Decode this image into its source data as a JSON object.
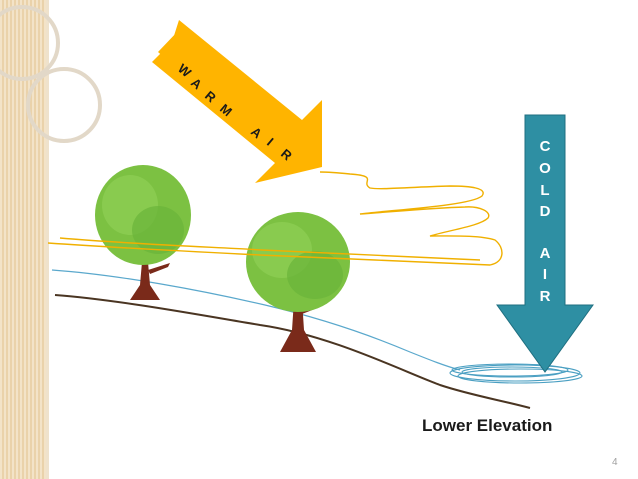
{
  "warm_arrow": {
    "letters": [
      "W",
      "A",
      "R",
      "M",
      "A",
      "I",
      "R"
    ],
    "color": "#ffb400"
  },
  "cold_arrow": {
    "letters": [
      "C",
      "O",
      "L",
      "D",
      "A",
      "I",
      "R"
    ],
    "color": "#2e8fa3"
  },
  "label": "Lower Elevation",
  "page_number": "4",
  "colors": {
    "tree_foliage": "#7cc142",
    "trunk": "#7a2a1a",
    "ground": "#4a3522",
    "warm_outline": "#f0b000",
    "cold_stream": "#4a9fc2",
    "frame_band": "#f0dcc0"
  }
}
